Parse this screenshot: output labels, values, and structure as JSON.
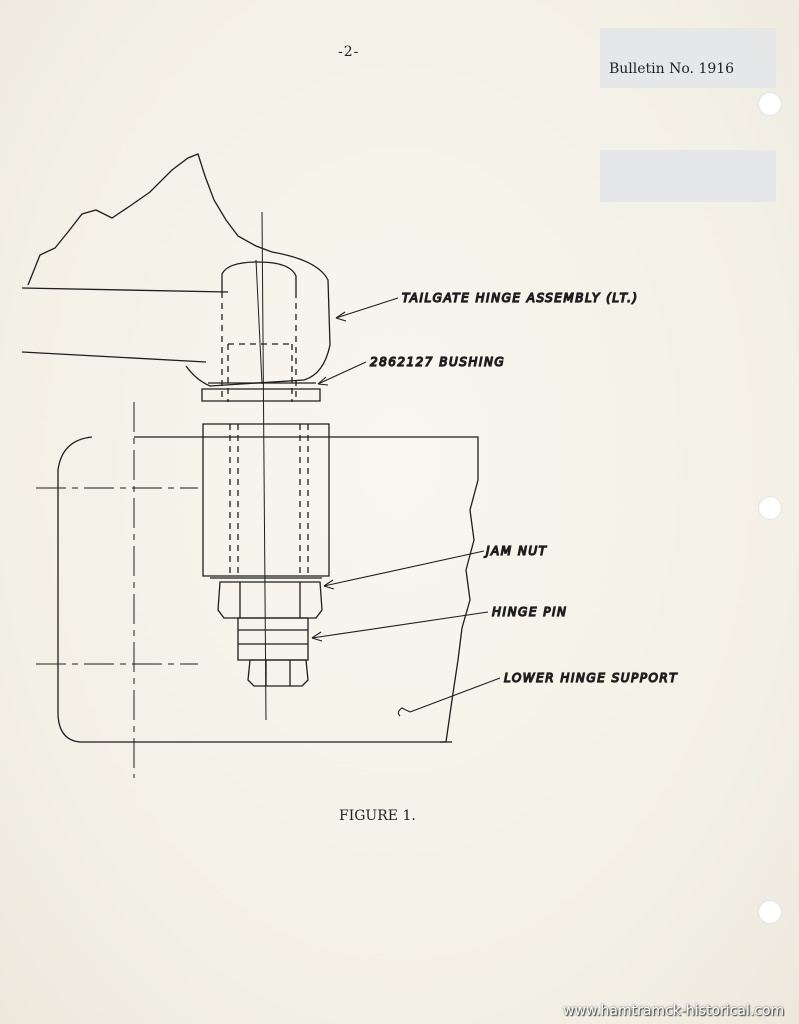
{
  "header": {
    "page_number": "-2-",
    "bulletin_no": "Bulletin No. 1916"
  },
  "diagram": {
    "callouts": {
      "tailgate_hinge_assembly": "TAILGATE HINGE ASSEMBLY (LT.)",
      "bushing": "2862127 BUSHING",
      "jam_nut": "JAM NUT",
      "hinge_pin": "HINGE PIN",
      "lower_hinge_support": "LOWER HINGE SUPPORT"
    }
  },
  "figure_caption": "FIGURE 1.",
  "watermark": "www.hamtramck-historical.com"
}
